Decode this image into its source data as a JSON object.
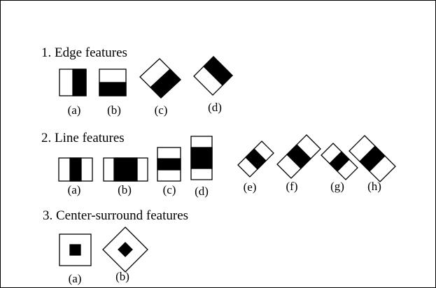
{
  "sections": [
    {
      "title": "1. Edge features",
      "features": [
        {
          "label": "(a)"
        },
        {
          "label": "(b)"
        },
        {
          "label": "(c)"
        },
        {
          "label": "(d)"
        }
      ]
    },
    {
      "title": "2. Line features",
      "features": [
        {
          "label": "(a)"
        },
        {
          "label": "(b)"
        },
        {
          "label": "(c)"
        },
        {
          "label": "(d)"
        },
        {
          "label": "(e)"
        },
        {
          "label": "(f)"
        },
        {
          "label": "(g)"
        },
        {
          "label": "(h)"
        }
      ]
    },
    {
      "title": "3. Center-surround features",
      "features": [
        {
          "label": "(a)"
        },
        {
          "label": "(b)"
        }
      ]
    }
  ],
  "colors": {
    "foreground": "#000000",
    "background": "#ffffff"
  }
}
